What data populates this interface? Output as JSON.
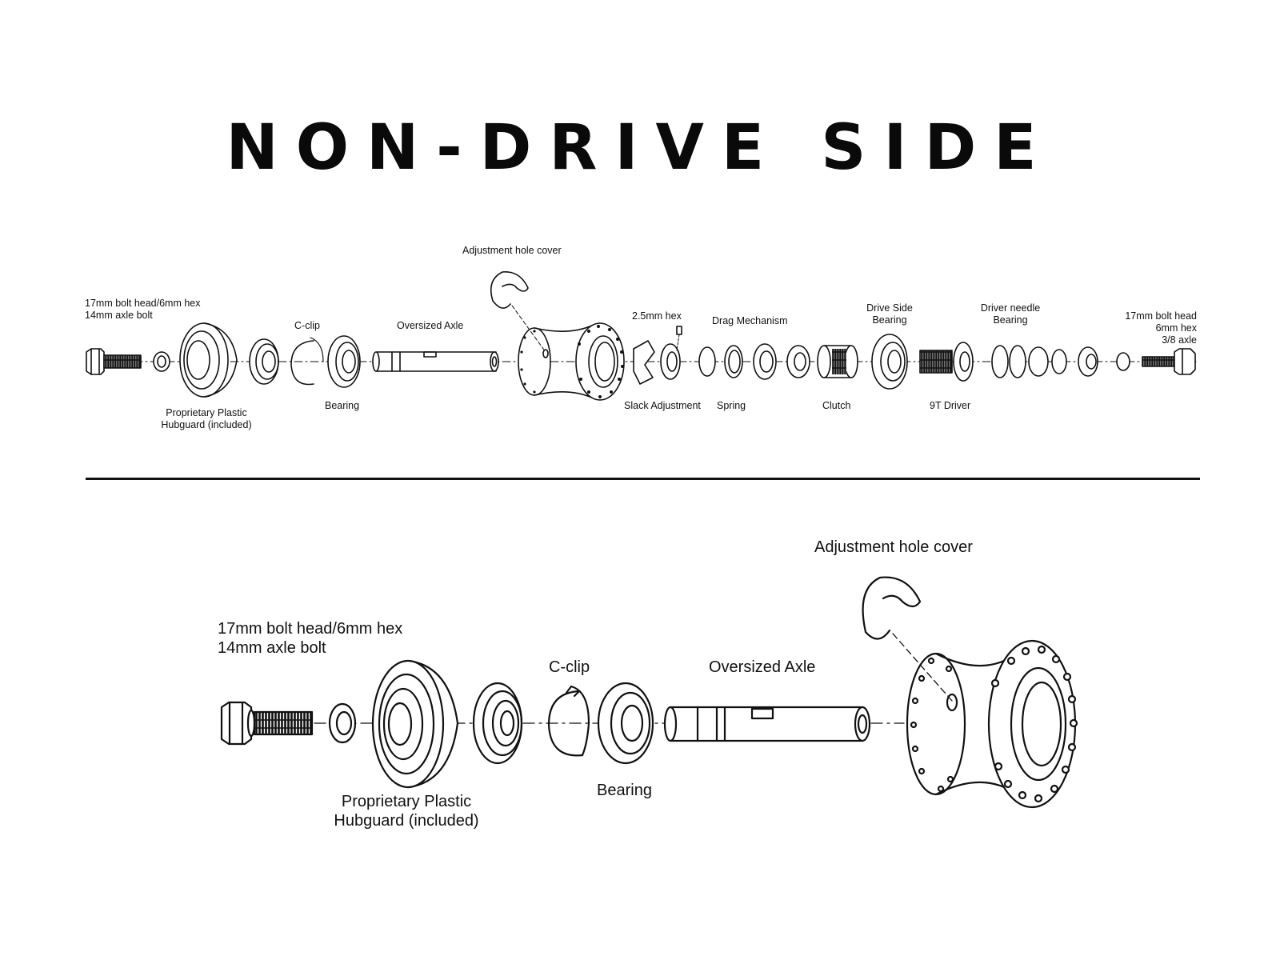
{
  "title": "NON-DRIVE SIDE",
  "top_labels": {
    "axle_bolt_l1": "17mm bolt head/6mm hex",
    "axle_bolt_l2": "14mm axle bolt",
    "hubguard_l1": "Proprietary Plastic",
    "hubguard_l2": "Hubguard (included)",
    "cclip": "C-clip",
    "bearing": "Bearing",
    "axle": "Oversized Axle",
    "hole_cover": "Adjustment hole cover",
    "hex": "2.5mm hex",
    "slack": "Slack Adjustment",
    "drag": "Drag Mechanism",
    "spring": "Spring",
    "drive_bearing_l1": "Drive Side",
    "drive_bearing_l2": "Bearing",
    "clutch": "Clutch",
    "needle_l1": "Driver needle",
    "needle_l2": "Bearing",
    "driver": "9T Driver",
    "end_bolt_l1": "17mm bolt head",
    "end_bolt_l2": "6mm hex",
    "end_bolt_l3": "3/8 axle"
  },
  "bottom_labels": {
    "axle_bolt_l1": "17mm bolt head/6mm hex",
    "axle_bolt_l2": "14mm axle bolt",
    "hubguard_l1": "Proprietary Plastic",
    "hubguard_l2": "Hubguard (included)",
    "cclip": "C-clip",
    "bearing": "Bearing",
    "axle": "Oversized Axle",
    "hole_cover": "Adjustment hole cover"
  }
}
